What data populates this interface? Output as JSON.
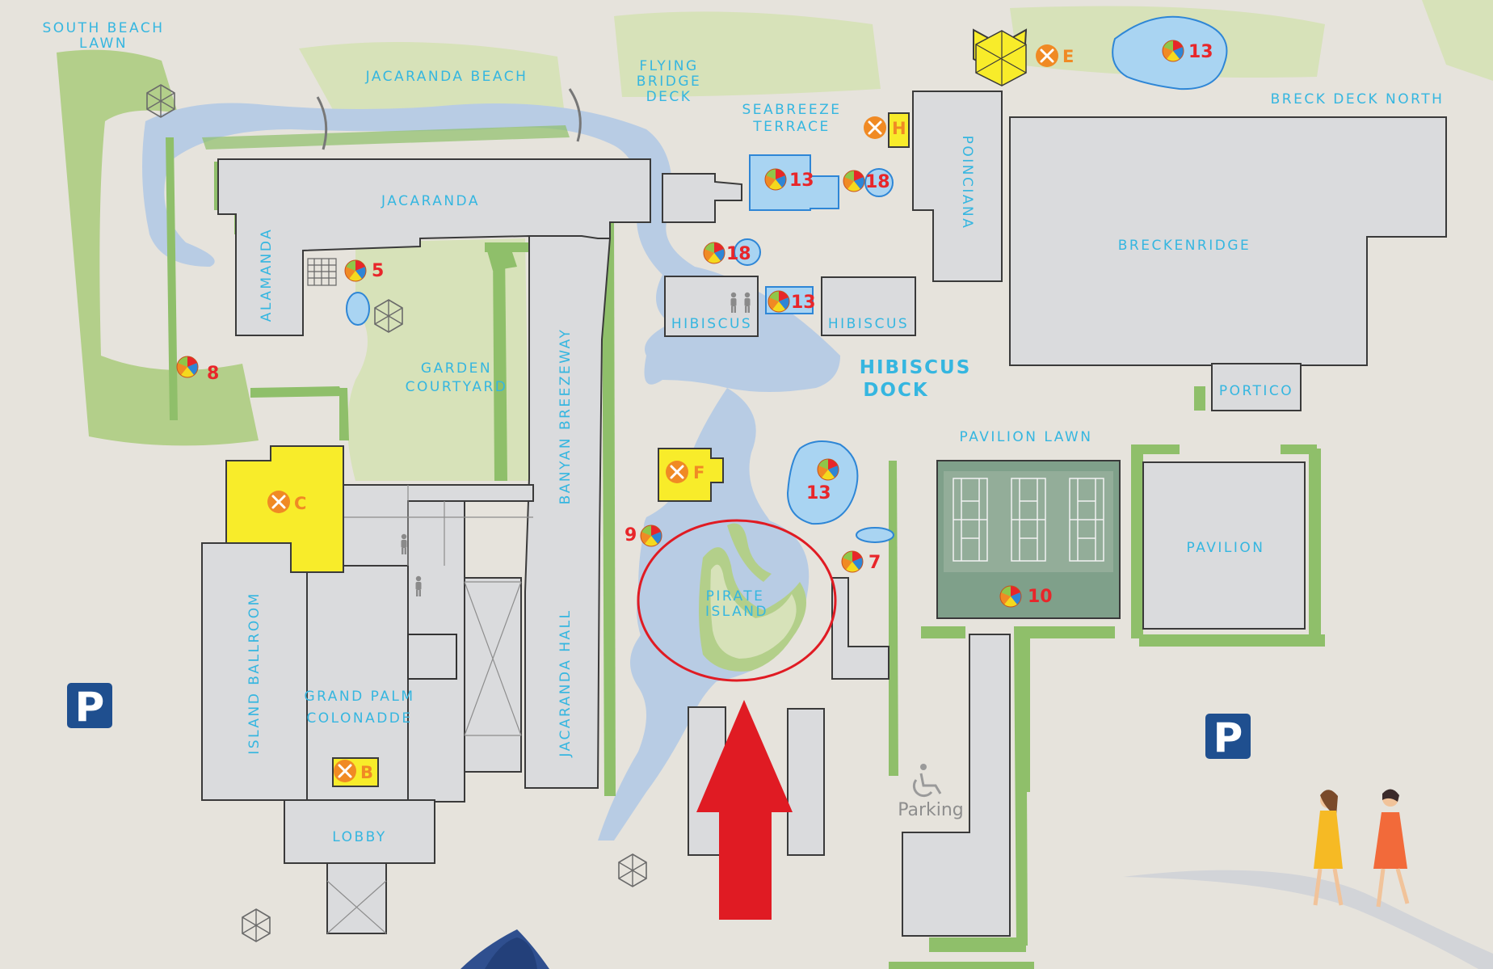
{
  "title": "Resort map",
  "areas": {
    "south_beach_lawn": [
      "SOUTH BEACH",
      "LAWN"
    ],
    "jacaranda_beach": "JACARANDA BEACH",
    "flying_bridge_deck": [
      "FLYING",
      "BRIDGE",
      "DECK"
    ],
    "seabreeze_terrace": [
      "SEABREEZE",
      "TERRACE"
    ],
    "breck_deck_north": "BRECK DECK NORTH",
    "garden_courtyard": [
      "GARDEN",
      "COURTYARD"
    ],
    "hibiscus_dock": [
      "HIBISCUS",
      "DOCK"
    ],
    "pavilion_lawn": "PAVILION LAWN"
  },
  "buildings": {
    "jacaranda": "JACARANDA",
    "alamanda": "ALAMANDA",
    "banyan_breezeway": "BANYAN BREEZEWAY",
    "jacaranda_hall": "JACARANDA HALL",
    "island_ballroom": "ISLAND BALLROOM",
    "grand_palm_colonnade": [
      "GRAND PALM",
      "COLONADDE"
    ],
    "lobby": "LOBBY",
    "poinciana": "POINCIANA",
    "breckenridge": "BRECKENRIDGE",
    "portico": "PORTICO",
    "hibiscus_west": "HIBISCUS",
    "hibiscus_east": "HIBISCUS",
    "pirate_island": [
      "PIRATE",
      "ISLAND"
    ],
    "pavilion": "PAVILION"
  },
  "pools": [
    "13",
    "13",
    "18",
    "18",
    "13",
    "5",
    "8",
    "13",
    "9",
    "7",
    "10"
  ],
  "dining": [
    "E",
    "H",
    "F",
    "C",
    "B"
  ],
  "parking": {
    "symbol": "P",
    "accessible_label": "Parking"
  },
  "colors": {
    "background": "#e6e3dc",
    "building": "#dadbdd",
    "label": "#35b6e0",
    "pool_number": "#e8262a",
    "dining_letter": "#f08a24",
    "dining_box": "#f8ec2a",
    "water": "#b8cce4",
    "hedge": "#8fbf6a",
    "parking": "#1f4f8f",
    "highlight": "#e01b23"
  },
  "icons": [
    "beach-ball-icon",
    "fork-knife-icon",
    "parking-icon",
    "wheelchair-icon",
    "restroom-icon",
    "umbrella-icon",
    "tennis-court-icon",
    "palm-icon"
  ]
}
